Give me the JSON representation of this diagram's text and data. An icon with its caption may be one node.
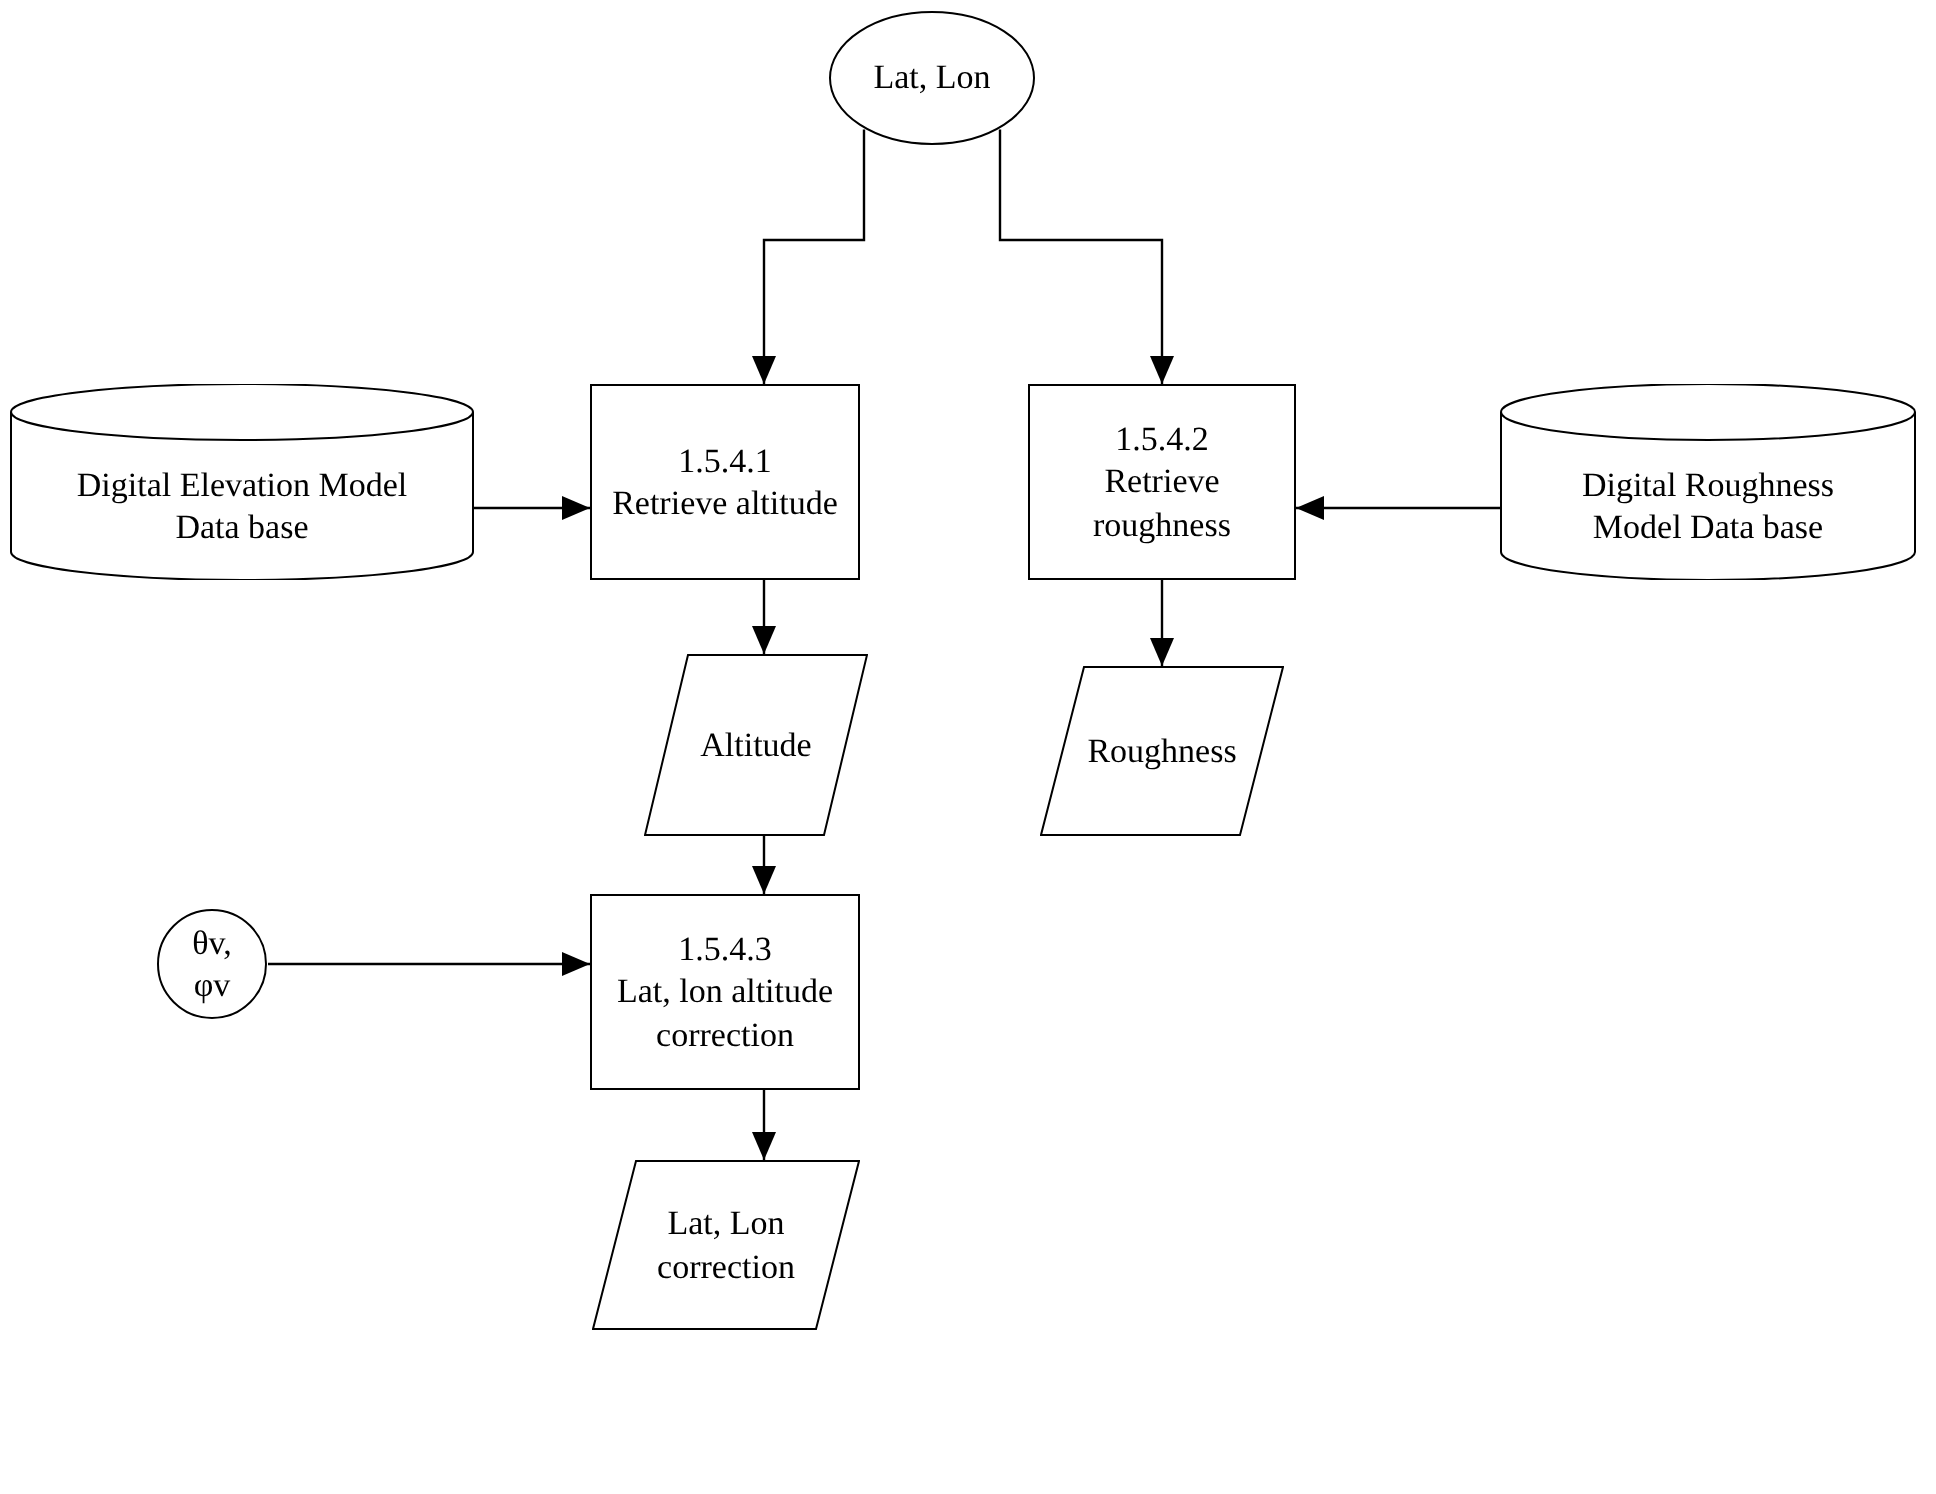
{
  "diagram": {
    "nodes": [
      {
        "text": [
          "Lat, Lon"
        ]
      },
      {
        "text": [
          "Digital Elevation Model Data base"
        ]
      },
      {
        "text": [
          "1.5.4.1",
          "Retrieve altitude"
        ]
      },
      {
        "text": [
          "1.5.4.2",
          "Retrieve roughness"
        ]
      },
      {
        "text": [
          "Digital Roughness Model Data base"
        ]
      },
      {
        "text": [
          "Altitude"
        ]
      },
      {
        "text": [
          "Roughness"
        ]
      },
      {
        "text": [
          "θv, φv"
        ]
      },
      {
        "text": [
          "1.5.4.3",
          "Lat, lon altitude correction"
        ]
      },
      {
        "text": [
          "Lat, Lon correction"
        ]
      }
    ],
    "edges": [
      {
        "from": 0,
        "to": 2,
        "arrow": "to"
      },
      {
        "from": 0,
        "to": 3,
        "arrow": "to"
      },
      {
        "from": 1,
        "to": 2,
        "arrow": "to"
      },
      {
        "from": 4,
        "to": 3,
        "arrow": "to"
      },
      {
        "from": 2,
        "to": 5,
        "arrow": "to"
      },
      {
        "from": 3,
        "to": 6,
        "arrow": "to"
      },
      {
        "from": 5,
        "to": 8,
        "arrow": "to"
      },
      {
        "from": 7,
        "to": 8,
        "arrow": "to"
      },
      {
        "from": 8,
        "to": 9,
        "arrow": "to"
      }
    ]
  }
}
